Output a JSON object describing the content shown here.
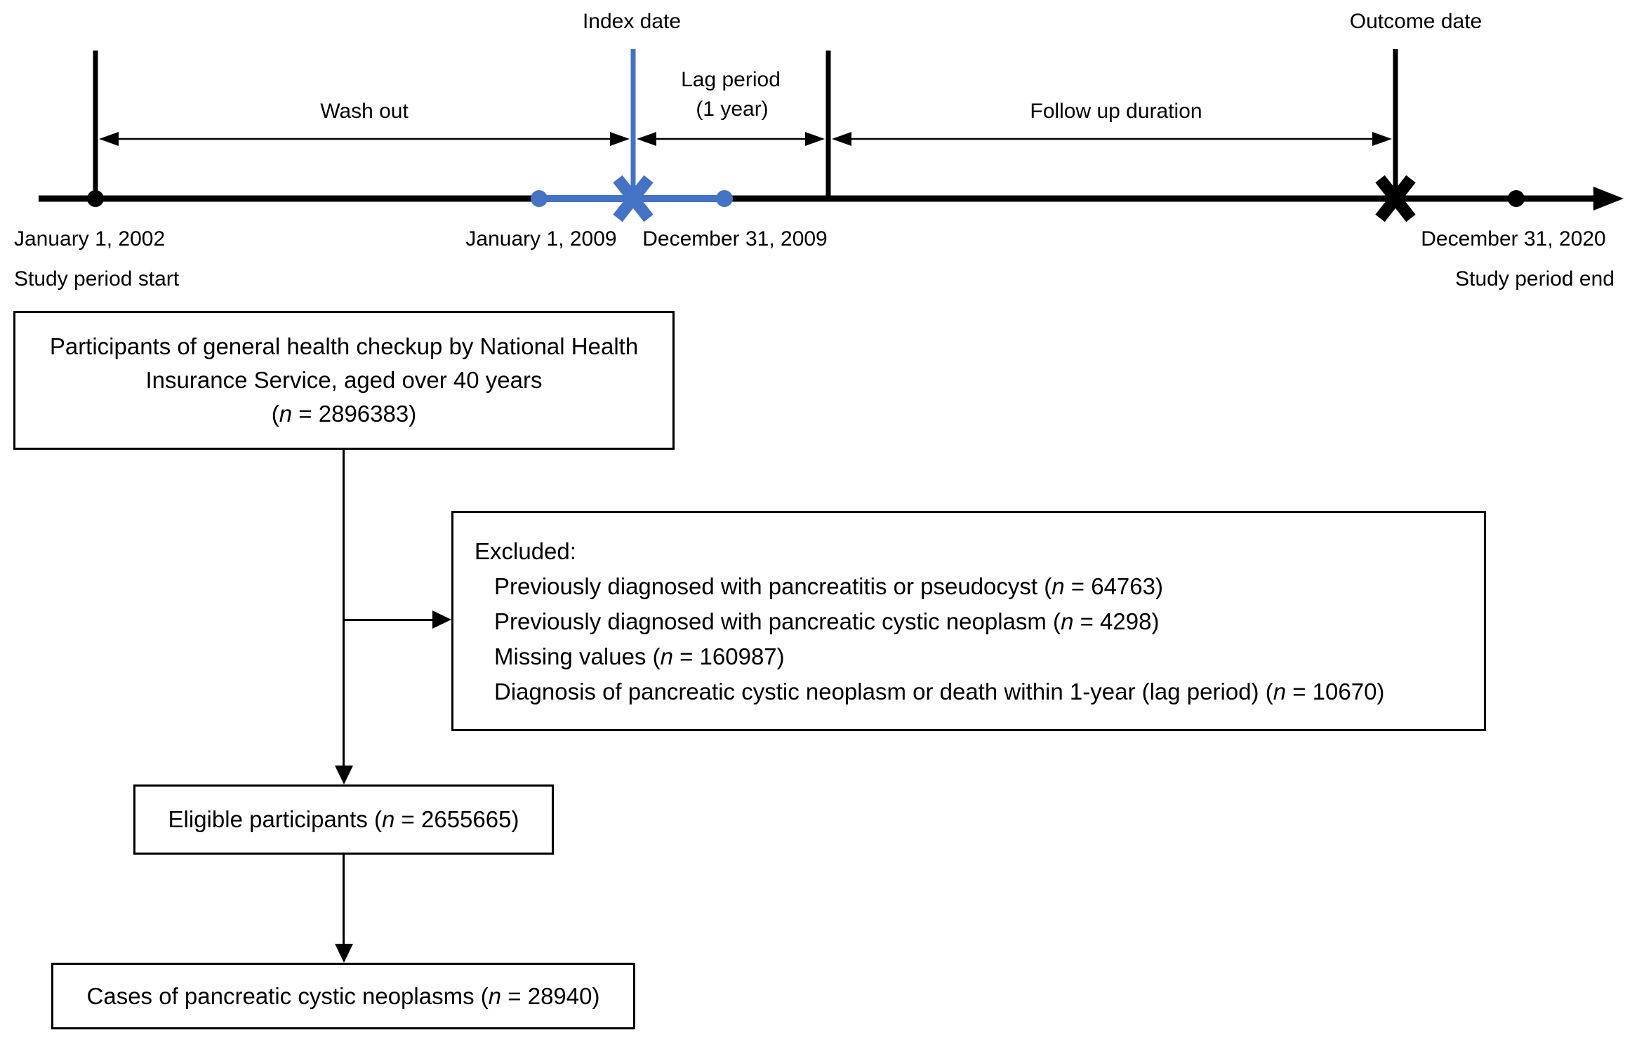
{
  "colors": {
    "highlight_blue": "#4472C4",
    "line_black": "#000000",
    "background": "#FFFFFF"
  },
  "timeline": {
    "index_date_label": "Index date",
    "outcome_date_label": "Outcome date",
    "wash_out_label": "Wash out",
    "lag_period_line1": "Lag period",
    "lag_period_line2": "(1 year)",
    "follow_up_label": "Follow up duration",
    "date_study_start": "January 1, 2002",
    "date_washout_end": "January 1, 2009",
    "date_lag_end": "December 31, 2009",
    "date_study_end": "December 31, 2020",
    "study_period_start_label": "Study period start",
    "study_period_end_label": "Study period end"
  },
  "flowchart": {
    "box_participants": {
      "line1": "Participants of general health checkup by National Health",
      "line2": "Insurance Service, aged over 40 years",
      "n_pre": "(",
      "n": "n",
      "n_post": " = 2896383)"
    },
    "box_excluded": {
      "title": "Excluded:",
      "items": [
        {
          "pre": "Previously diagnosed with pancreatitis or pseudocyst (",
          "n": "n",
          "post": " = 64763)"
        },
        {
          "pre": "Previously diagnosed with pancreatic cystic neoplasm (",
          "n": "n",
          "post": " = 4298)"
        },
        {
          "pre": "Missing values (",
          "n": "n",
          "post": " = 160987)"
        },
        {
          "pre": "Diagnosis of pancreatic cystic neoplasm or death within 1-year (lag period) (",
          "n": "n",
          "post": " = 10670)"
        }
      ]
    },
    "box_eligible": {
      "pre": "Eligible participants (",
      "n": "n",
      "post": " = 2655665)"
    },
    "box_cases": {
      "pre": "Cases of pancreatic cystic neoplasms (",
      "n": "n",
      "post": " = 28940)"
    }
  }
}
